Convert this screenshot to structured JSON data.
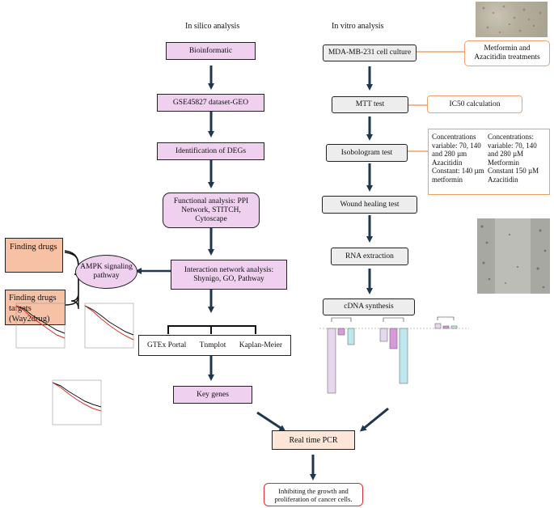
{
  "headers": {
    "in_silico": "In silico analysis",
    "in_vitro": "In vitro analysis"
  },
  "silico_steps": [
    "Bioinformatic",
    "GSE45827 dataset-GEO",
    "Identification of DEGs",
    "Functional analysis: PPI Network, STITCH, Cytoscape",
    "Interaction network analysis: Shynigo, GO, Pathway"
  ],
  "tools": {
    "gtex": "GTEx Portal",
    "tnmplot": "Tnmplot",
    "kaplan": "Kaplan-Meier"
  },
  "key_genes": "Key genes",
  "vitro_steps": [
    "MDA-MB-231 cell culture",
    "MTT test",
    "Isobologram test",
    "Wound healing test",
    "RNA extraction",
    "cDNA synthesis"
  ],
  "side_notes": {
    "treatments": "Metformin and Azacitidin treatments",
    "ic50": "IC50 calculation",
    "conc_left": "Concentrations variable: 70, 140 and 280 µm Azacitidin Constant: 140 µm metformin",
    "conc_right": "Concentrations: variable: 70, 140 and 280 µM Metformin Constant 150 µM Azacitidin"
  },
  "ampk": "AMPK signaling pathway",
  "finding_drugs": "Finding drugs",
  "finding_targets": "Finding drugs targets (Way2drug)",
  "real_time_pcr": "Real time PCR",
  "outcome": "Inhibiting the growth and proliferation of cancer cells.",
  "colors": {
    "arrow": "#1f3550",
    "pink": "#efd0ef",
    "gray": "#ededed",
    "orange_border": "#f2a068",
    "salmon": "#f7c1a6",
    "red_border": "#d9302c"
  }
}
